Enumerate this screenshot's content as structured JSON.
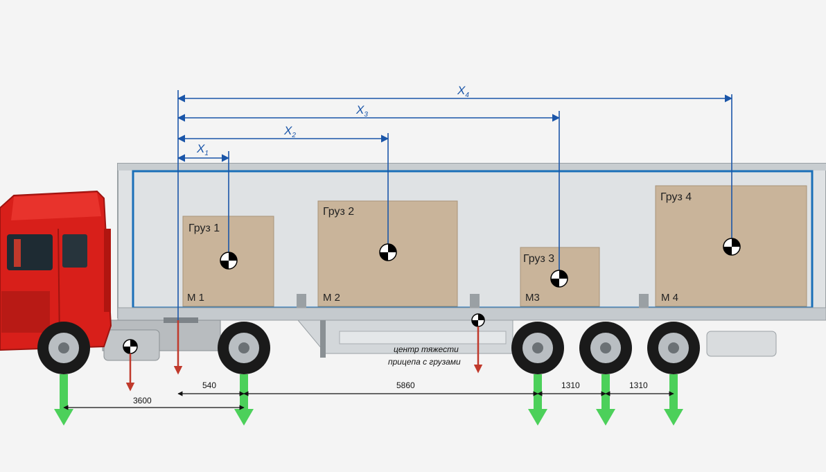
{
  "measures": {
    "x1": {
      "main": "X",
      "sub": "1"
    },
    "x2": {
      "main": "X",
      "sub": "2"
    },
    "x3": {
      "main": "X",
      "sub": "3"
    },
    "x4": {
      "main": "X",
      "sub": "4"
    }
  },
  "cargo": [
    {
      "label": "Груз 1",
      "mass": "M 1"
    },
    {
      "label": "Груз 2",
      "mass": "M 2"
    },
    {
      "label": "Груз 3",
      "mass": "M3"
    },
    {
      "label": "Груз 4",
      "mass": "M 4"
    }
  ],
  "dimensions": {
    "d3600": "3600",
    "d540": "540",
    "d5860": "5860",
    "d1310a": "1310",
    "d1310b": "1310"
  },
  "note": {
    "line1": "центр тяжести",
    "line2": "прицепа с грузами"
  },
  "colors": {
    "measure": "#1a55a8",
    "cab": "#d81f1a",
    "cargo": "#c9b49a",
    "load_arrow": "#36c43f",
    "weight_arrow": "#c0392b"
  }
}
